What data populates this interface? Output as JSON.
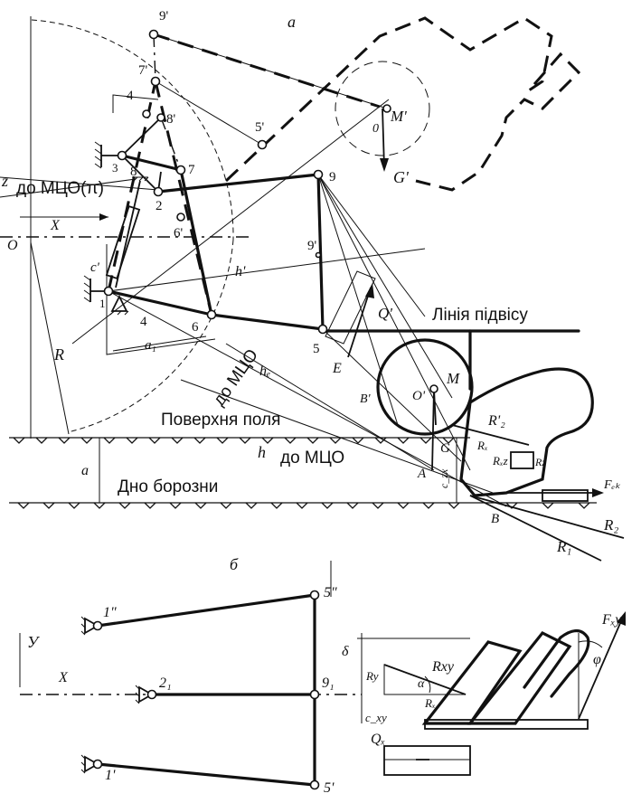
{
  "labels": {
    "panel_a": "а",
    "panel_b": "б",
    "to_icr_pi": "до МЦО(π)",
    "to_icr_slant": "до МЦО",
    "to_icr_h": "до МЦО",
    "suspension_line": "Лінія підвісу",
    "field_surface": "Поверхня поля",
    "furrow_bottom": "Дно борозни",
    "z": "z",
    "x": "X",
    "x_b": "X",
    "y_b": "У",
    "o": "O",
    "r": "R",
    "a_depth": "a",
    "h": "h",
    "h_prime": "h'",
    "h_e": "hₑ",
    "n1": "1",
    "n2": "2",
    "n3": "3",
    "n4": "4",
    "n5": "5",
    "n6": "6",
    "n7": "7",
    "n8": "8",
    "n9": "9",
    "n1p": "1'",
    "n6p": "6'",
    "n7p": "7'",
    "n8p": "8'",
    "n9p": "9'",
    "n5p": "5'",
    "n9p_low": "9'",
    "m": "M",
    "m_prime": "M'",
    "o_prime": "O'",
    "o_small": "0",
    "g_prime": "G'",
    "g": "G",
    "q": "Q'",
    "e": "E",
    "b_prime": "B'",
    "b": "B",
    "a_pt": "A",
    "c_prime": "c'",
    "a1": "a₁",
    "l4": "4",
    "r1": "R₁",
    "r2": "R₂",
    "r2p": "R'₂",
    "rx": "Rₓ",
    "rxz": "Rₓz",
    "rz": "Rz",
    "f_ext": "Fₑₖ",
    "c_zx": "c_zx",
    "b_1pp": "1\"",
    "b_5pp": "5\"",
    "b_2": "2₁",
    "b_9": "9₁",
    "b_1p": "1'",
    "b_5p": "5'",
    "b_rxy": "Rxy",
    "b_ry": "Ry",
    "b_rx": "Rₓ",
    "b_alpha": "α",
    "b_cxy": "c_xy",
    "b_delta": "δ",
    "b_fxy": "Fₓy",
    "b_phi": "φ",
    "b_qx": "Qₓ"
  }
}
